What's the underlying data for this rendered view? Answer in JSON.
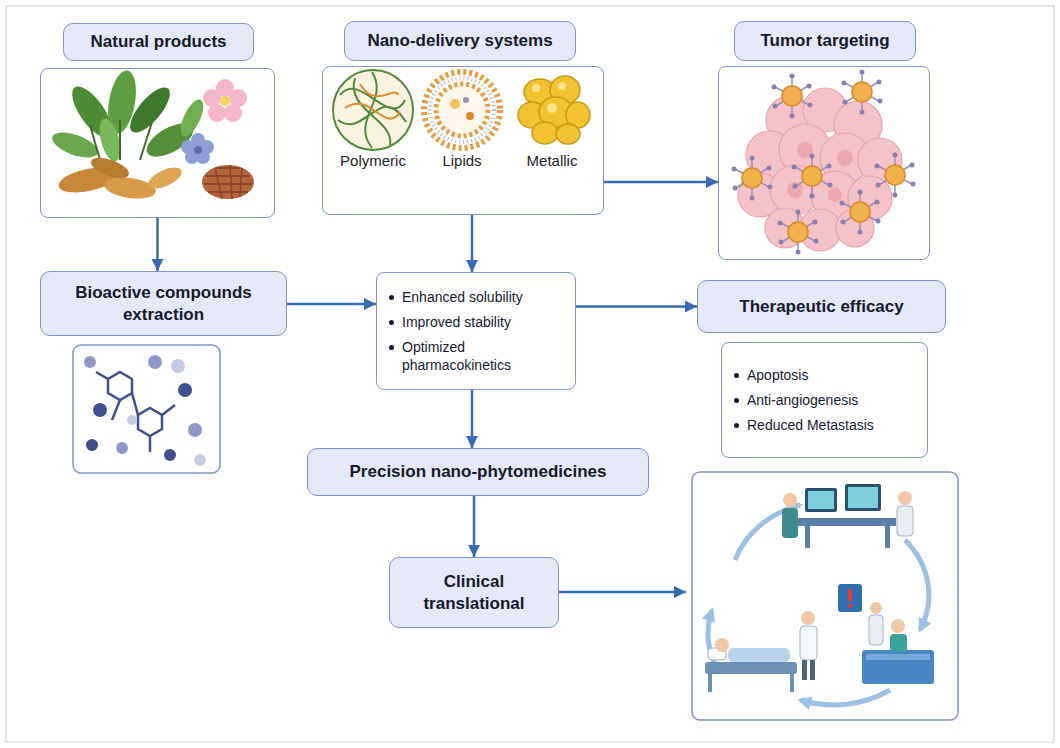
{
  "diagram": {
    "nodes": [
      {
        "text": [
          "Natural products"
        ]
      },
      {
        "text": [
          "Nano-delivery systems"
        ]
      },
      {
        "text": [
          "Tumor targeting"
        ]
      },
      {
        "text": [
          "Bioactive compounds extraction"
        ]
      },
      {
        "text": [
          "Enhanced solubility",
          "Improved stability",
          "Optimized pharmacokinetics"
        ]
      },
      {
        "text": [
          "Therapeutic efficacy"
        ]
      },
      {
        "text": [
          "Apoptosis",
          "Anti-angiogenesis",
          "Reduced Metastasis"
        ]
      },
      {
        "text": [
          "Precision nano-phytomedicines"
        ]
      },
      {
        "text": [
          "Clinical translational"
        ]
      }
    ],
    "edges": [
      {
        "from": 0,
        "to": 3,
        "arrow": "to"
      },
      {
        "from": 1,
        "to": 4,
        "arrow": "to"
      },
      {
        "from": 1,
        "to": 2,
        "arrow": "to"
      },
      {
        "from": 3,
        "to": 4,
        "arrow": "to"
      },
      {
        "from": 4,
        "to": 5,
        "arrow": "to"
      },
      {
        "from": 4,
        "to": 7,
        "arrow": "to"
      },
      {
        "from": 7,
        "to": 8,
        "arrow": "to"
      }
    ],
    "labels": [
      "Polymeric",
      "Lipids",
      "Metallic"
    ]
  }
}
